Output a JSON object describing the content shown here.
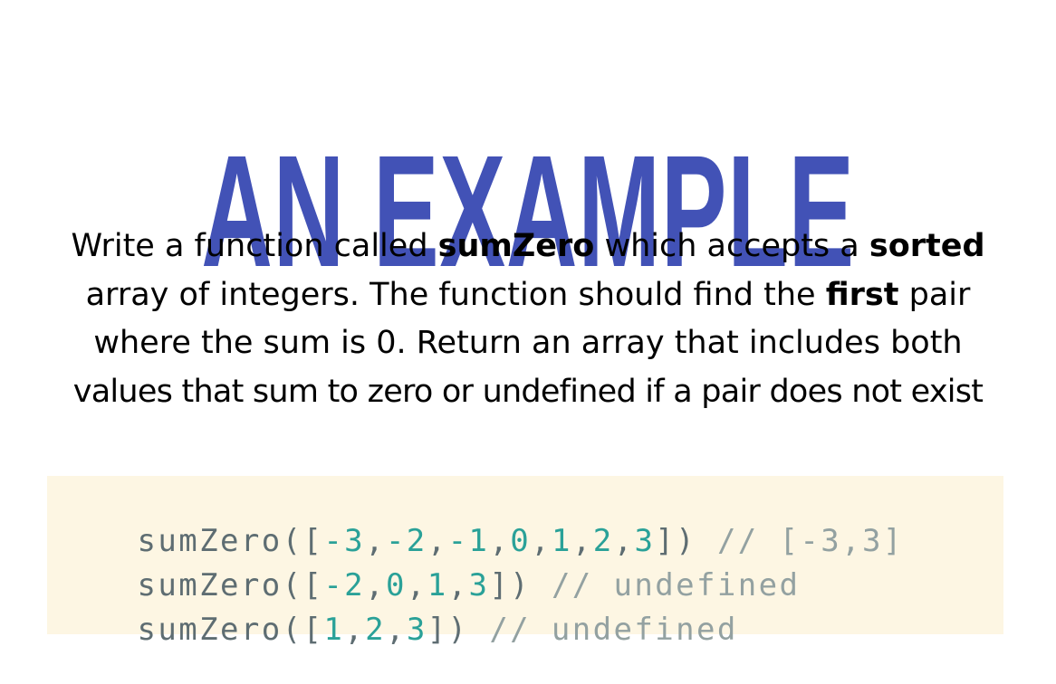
{
  "title": "AN EXAMPLE",
  "colors": {
    "title": "#4252b6",
    "code_background": "#fdf6e3",
    "code_text": "#5e6d72",
    "code_number": "#2aa198",
    "code_comment": "#93a1a1"
  },
  "prompt": {
    "line1": {
      "before_first_bold": "Write a function called ",
      "bold_function_name": "sumZero",
      "middle": " which accepts a ",
      "bold_sorted": "sorted"
    },
    "line2": {
      "before_bold": "array of integers. The function should find the ",
      "bold_first": "first",
      "after_bold": " pair"
    },
    "line3": "where the sum is 0. Return an array that includes both",
    "line4": "values that sum to zero or undefined if a pair does not exist"
  },
  "examples": [
    {
      "code_prefix": "sumZero([",
      "numbers": [
        "-3",
        "-2",
        "-1",
        "0",
        "1",
        "2",
        "3"
      ],
      "code_suffix": "])",
      "comment": "// [-3,3]"
    },
    {
      "code_prefix": "sumZero([",
      "numbers": [
        "-2",
        "0",
        "1",
        "3"
      ],
      "code_suffix": "])",
      "comment": "// undefined"
    },
    {
      "code_prefix": "sumZero([",
      "numbers": [
        "1",
        "2",
        "3"
      ],
      "code_suffix": "])",
      "comment": "// undefined"
    }
  ]
}
